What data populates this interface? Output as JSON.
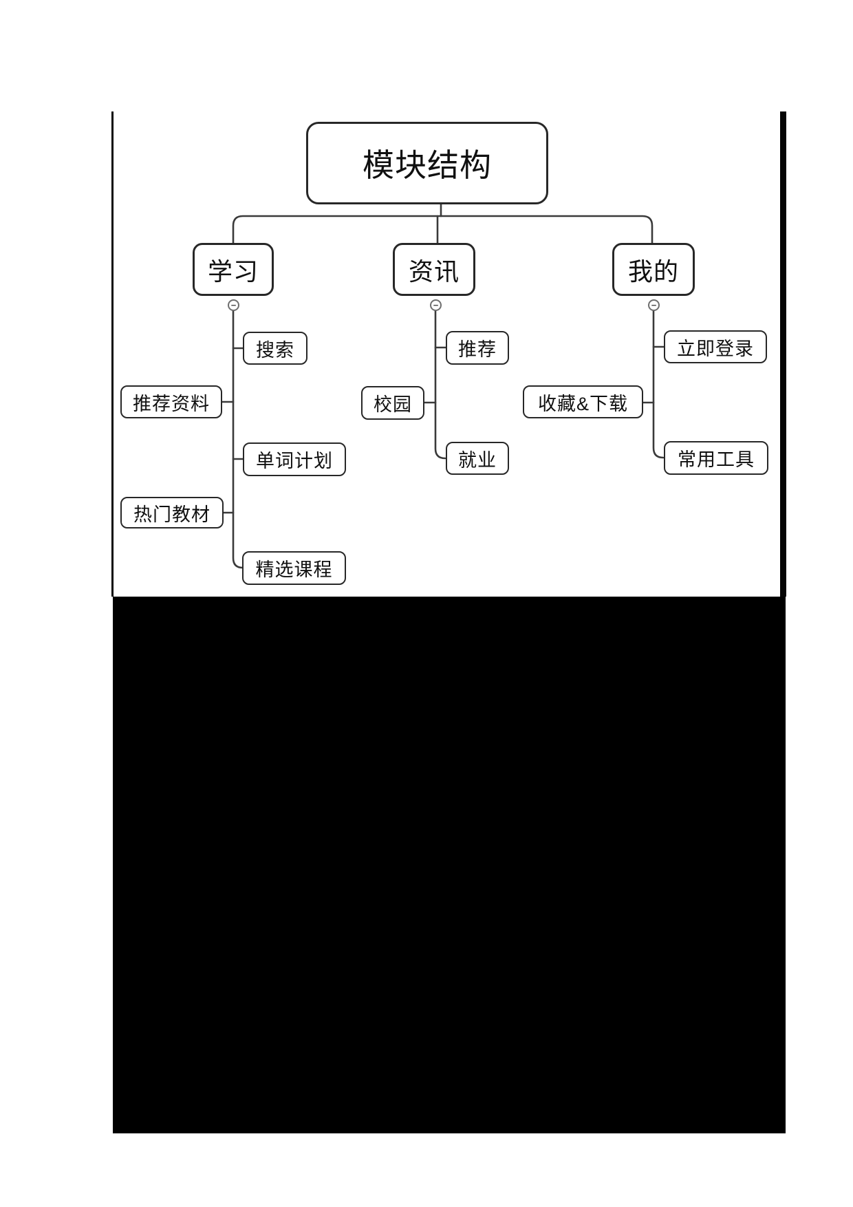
{
  "diagram": {
    "root": {
      "label": "模块结构"
    },
    "collapse_glyph": "−",
    "branches": [
      {
        "label": "学习",
        "children": [
          "搜索",
          "推荐资料",
          "单词计划",
          "热门教材",
          "精选课程"
        ]
      },
      {
        "label": "资讯",
        "children": [
          "推荐",
          "校园",
          "就业"
        ]
      },
      {
        "label": "我的",
        "children": [
          "立即登录",
          "收藏&下载",
          "常用工具"
        ]
      }
    ]
  },
  "icons": {
    "collapse_toggle": "minus-in-circle"
  },
  "colors": {
    "node_border": "#272727",
    "connector": "#3a3a3a",
    "text": "#101010",
    "redaction_block": "#000000",
    "page_background": "#ffffff"
  }
}
